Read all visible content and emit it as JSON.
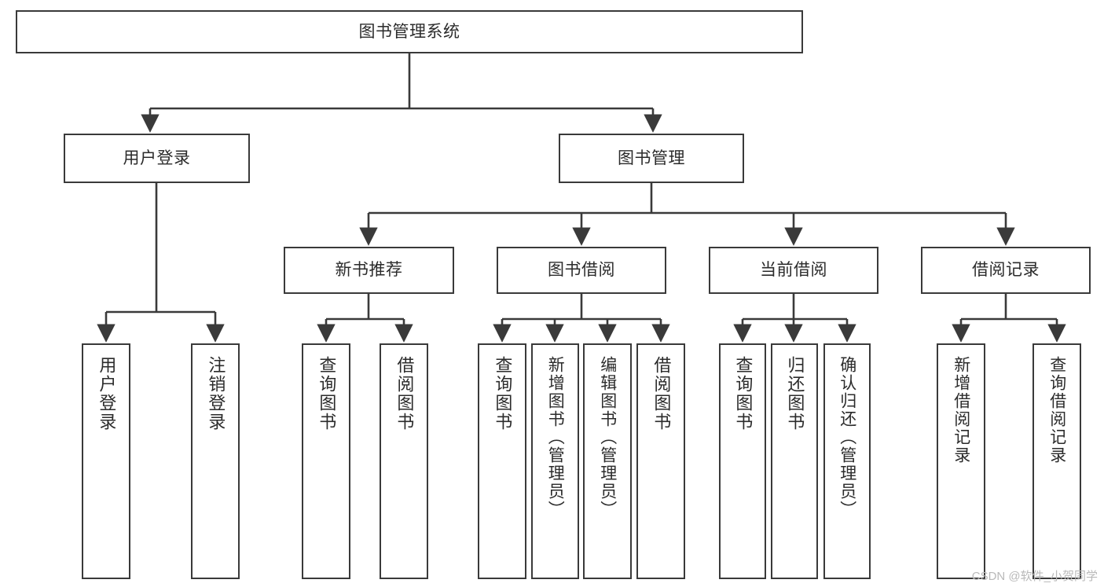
{
  "diagram": {
    "type": "tree-hierarchy",
    "title": "图书管理系统",
    "watermark": "CSDN @软件_小贺同学",
    "colors": {
      "box_border": "#3a3a3a",
      "box_fill": "#ffffff",
      "connector": "#3a3a3a",
      "text": "#2b2b2b",
      "watermark": "#b9b9b9"
    },
    "nodes": {
      "root": {
        "label": "图书管理系统"
      },
      "level2": [
        {
          "id": "user-login",
          "label": "用户登录"
        },
        {
          "id": "book-manage",
          "label": "图书管理"
        }
      ],
      "level3": [
        {
          "id": "new-book-recommend",
          "label": "新书推荐"
        },
        {
          "id": "book-borrow",
          "label": "图书借阅"
        },
        {
          "id": "current-borrow",
          "label": "当前借阅"
        },
        {
          "id": "borrow-record",
          "label": "借阅记录"
        }
      ],
      "leaves": {
        "user-login": [
          {
            "id": "leaf-user-login",
            "label": "用户登录"
          },
          {
            "id": "leaf-user-logout",
            "label": "注销登录"
          }
        ],
        "new-book-recommend": [
          {
            "id": "leaf-query-book-1",
            "label": "查询图书"
          },
          {
            "id": "leaf-borrow-book-1",
            "label": "借阅图书"
          }
        ],
        "book-borrow": [
          {
            "id": "leaf-query-book-2",
            "label": "查询图书"
          },
          {
            "id": "leaf-add-book",
            "label": "新增图书（管理员）"
          },
          {
            "id": "leaf-edit-book",
            "label": "编辑图书（管理员）"
          },
          {
            "id": "leaf-borrow-book-2",
            "label": "借阅图书"
          }
        ],
        "current-borrow": [
          {
            "id": "leaf-query-book-3",
            "label": "查询图书"
          },
          {
            "id": "leaf-return-book",
            "label": "归还图书"
          },
          {
            "id": "leaf-confirm-return",
            "label": "确认归还（管理员）"
          }
        ],
        "borrow-record": [
          {
            "id": "leaf-add-record",
            "label": "新增借阅记录"
          },
          {
            "id": "leaf-query-record",
            "label": "查询借阅记录"
          }
        ]
      }
    },
    "edges": [
      {
        "from": "图书管理系统",
        "to": "用户登录"
      },
      {
        "from": "图书管理系统",
        "to": "图书管理"
      },
      {
        "from": "图书管理",
        "to": "新书推荐"
      },
      {
        "from": "图书管理",
        "to": "图书借阅"
      },
      {
        "from": "图书管理",
        "to": "当前借阅"
      },
      {
        "from": "图书管理",
        "to": "借阅记录"
      },
      {
        "from": "用户登录",
        "to": "用户登录"
      },
      {
        "from": "用户登录",
        "to": "注销登录"
      },
      {
        "from": "新书推荐",
        "to": "查询图书"
      },
      {
        "from": "新书推荐",
        "to": "借阅图书"
      },
      {
        "from": "图书借阅",
        "to": "查询图书"
      },
      {
        "from": "图书借阅",
        "to": "新增图书（管理员）"
      },
      {
        "from": "图书借阅",
        "to": "编辑图书（管理员）"
      },
      {
        "from": "图书借阅",
        "to": "借阅图书"
      },
      {
        "from": "当前借阅",
        "to": "查询图书"
      },
      {
        "from": "当前借阅",
        "to": "归还图书"
      },
      {
        "from": "当前借阅",
        "to": "确认归还（管理员）"
      },
      {
        "from": "借阅记录",
        "to": "新增借阅记录"
      },
      {
        "from": "借阅记录",
        "to": "查询借阅记录"
      }
    ]
  }
}
